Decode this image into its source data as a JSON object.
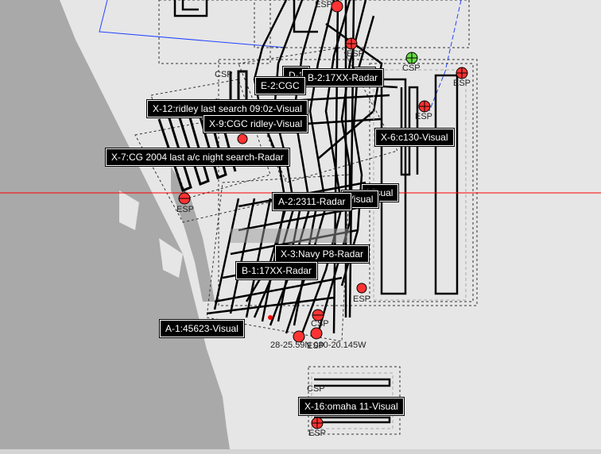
{
  "colors": {
    "land": "#a9a9a9",
    "sea": "#e6e6e6",
    "track": "#000000",
    "crosshair": "#ff0000",
    "marker_red": "#ff3333",
    "marker_green": "#66dd44",
    "boundary_blue": "#2244ff"
  },
  "labels": [
    "D-1",
    "B-2:17XX-Radar",
    "E-2:CGC",
    "X-12:ridley last search 09:0z-Visual",
    "X-9:CGC ridley-Visual",
    "X-6:c130-Visual",
    "X-7:CG 2004 last a/c night search-Radar",
    "A-2:2311-Radar",
    "X-3:Navy P8-Radar",
    "B-1:17XX-Radar",
    "A-1:45623-Visual",
    "X-16:omaha 11-Visual",
    "Visual",
    "Visual",
    "ial"
  ],
  "marker_text": {
    "esp": "ESP",
    "csp": "CSP"
  },
  "coordinate_readout": "28-25.59N 080-20.145W",
  "icon": "search-marker-icon"
}
